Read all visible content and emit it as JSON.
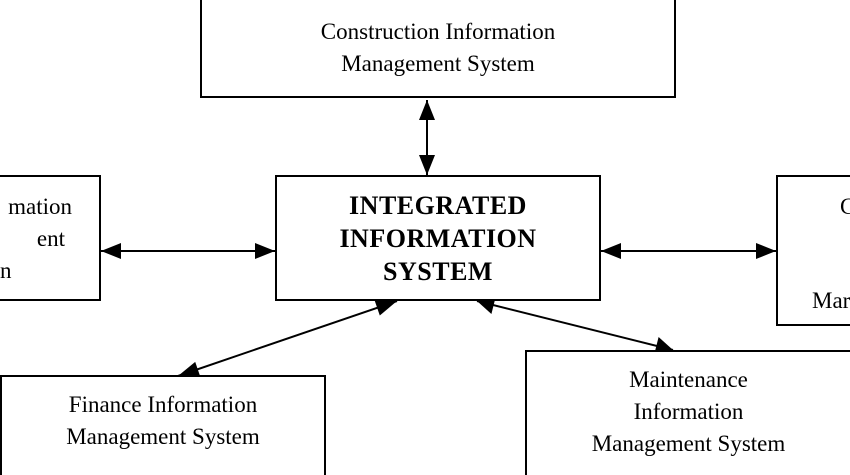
{
  "diagram": {
    "center": {
      "lines": [
        "INTEGRATED",
        "INFORMATION",
        "SYSTEM"
      ]
    },
    "top": {
      "lines": [
        "Construction Information",
        "Management System"
      ]
    },
    "left": {
      "lines": [
        "mation",
        "ent",
        "n"
      ]
    },
    "right": {
      "lines": [
        "C",
        "Mar"
      ]
    },
    "finance": {
      "lines": [
        "Finance Information",
        "Management System"
      ]
    },
    "maintenance": {
      "lines": [
        "Maintenance",
        "Information",
        "Management System"
      ]
    }
  }
}
